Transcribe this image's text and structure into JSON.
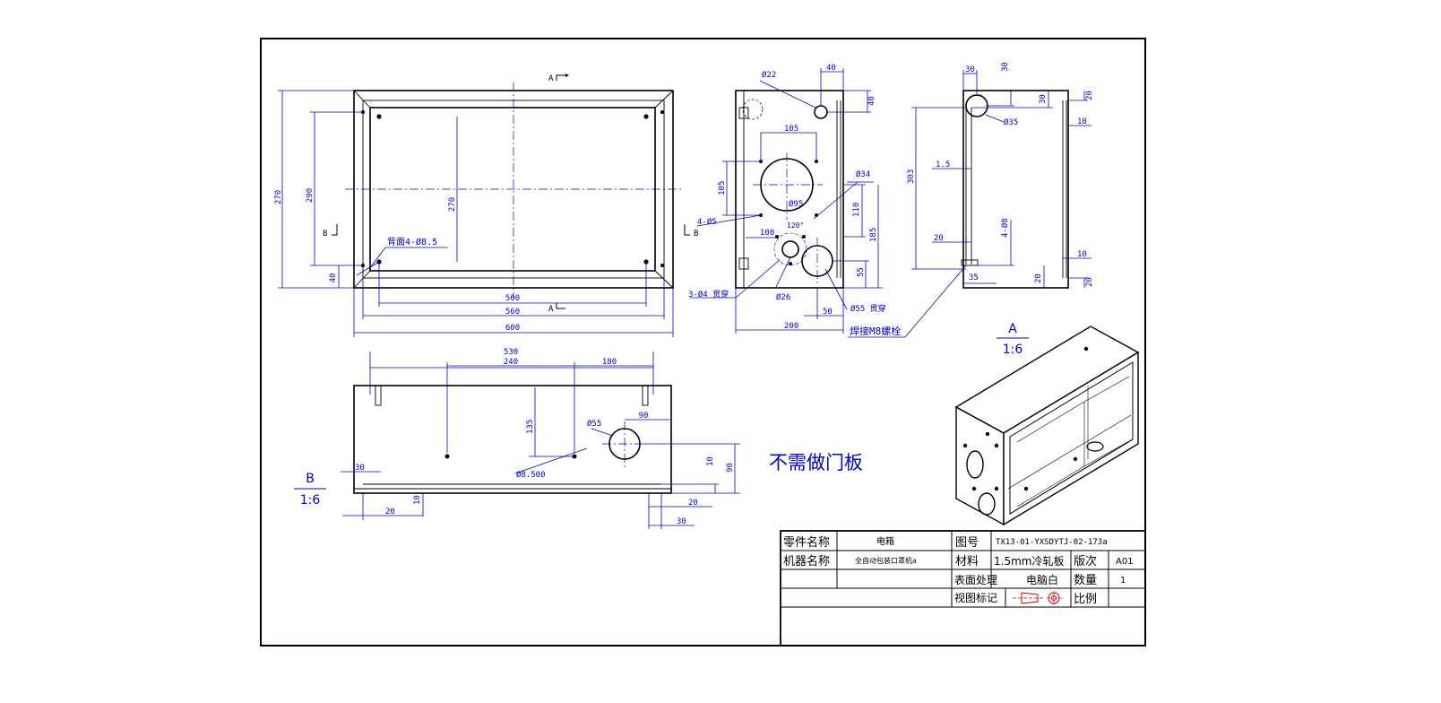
{
  "front_view": {
    "section_mark_top": "A",
    "section_mark_bottom": "A",
    "section_mark_left": "B",
    "section_mark_right": "B",
    "dims": {
      "h_total": "270",
      "h_inner": "290",
      "h_holes": "270",
      "w_bottom_offset": "40",
      "w_holes": "500",
      "w_inner": "560",
      "w_total": "600"
    },
    "hole_note": "背面4-Ø8.5"
  },
  "side_view": {
    "dims": {
      "d22": "Ø22",
      "w40_top": "40",
      "h40_right": "40",
      "w105": "105",
      "h105": "105",
      "d34": "Ø34",
      "d95": "Ø95",
      "holes_4d5": "4-Ø5",
      "w100": "100",
      "angle": "120°",
      "h110": "110",
      "h185": "185",
      "h55": "55",
      "holes_3d4": "3-Ø4 贯穿",
      "d26": "Ø26",
      "w50": "50",
      "d55": "Ø55 贯穿",
      "w200": "200",
      "weld_note": "焊接M8螺栓"
    }
  },
  "right_view": {
    "dims": {
      "w30_top": "30",
      "h30_top": "30",
      "h30_b": "30",
      "h20_r": "20",
      "d35": "Ø35",
      "w10_r": "10",
      "h303": "303",
      "t1_5": "1.5",
      "w20": "20",
      "holes_4d8": "4-Ø8",
      "w10_b": "10",
      "w35": "35",
      "h20_b": "20",
      "h20_br": "20"
    }
  },
  "bottom_view": {
    "dims": {
      "w530": "530",
      "w240": "240",
      "w180": "180",
      "w90": "90",
      "d55": "Ø55",
      "h135": "135",
      "d8_5": "Ø8.500",
      "h10_r": "10",
      "h90": "90",
      "w30_l": "30",
      "h10_b": "10",
      "w20_b": "20",
      "w20_r": "20",
      "w30_r": "30"
    }
  },
  "scale_b": {
    "letter": "B",
    "ratio": "1:6"
  },
  "scale_a": {
    "letter": "A",
    "ratio": "1:6"
  },
  "note": "不需做门板",
  "title_block": {
    "part_name_label": "零件名称",
    "part_name_value": "电箱",
    "drawing_no_label": "图号",
    "drawing_no_value": "TX13-01-YXSDYTJ-02-173a",
    "machine_name_label": "机器名称",
    "machine_name_value": "全自动包装口罩机a",
    "material_label": "材料",
    "material_value": "1.5mm冷轧板",
    "revision_label": "版次",
    "revision_value": "A01",
    "surface_label": "表面处理",
    "surface_value": "电脑白",
    "qty_label": "数量",
    "qty_value": "1",
    "view_mark_label": "视图标记",
    "scale_label": "比例"
  }
}
